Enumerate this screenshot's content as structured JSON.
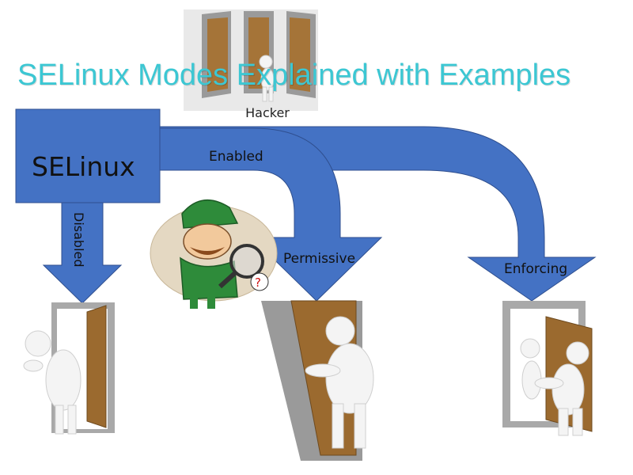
{
  "title": "SELinux Modes Explained with Examples",
  "source_box": {
    "label": "SELinux"
  },
  "labels": {
    "hacker": "Hacker",
    "enabled": "Enabled",
    "disabled": "Disabled",
    "permissive": "Permissive",
    "enforcing": "Enforcing"
  },
  "colors": {
    "title": "#3cc7d3",
    "arrow_fill": "#4472c4",
    "arrow_stroke": "#2f4f8f",
    "door_wood": "#9b6a2f",
    "frame": "#9a9a9a",
    "detective_coat": "#2e8b3a"
  }
}
